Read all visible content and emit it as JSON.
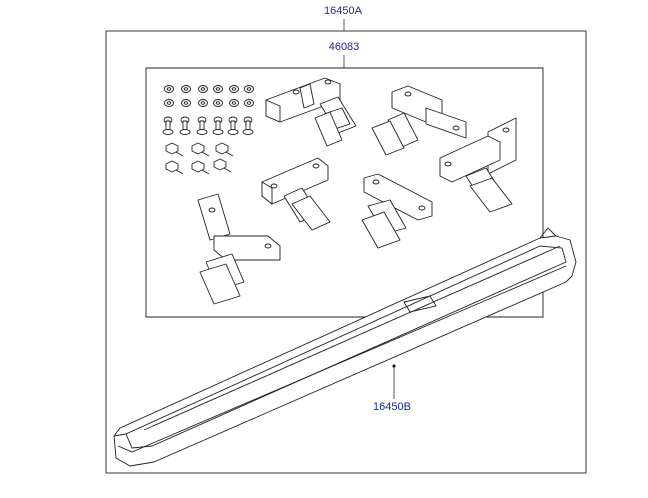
{
  "callouts": {
    "assembly": "16450A",
    "bracket_kit": "46083",
    "step_board": "16450B"
  }
}
